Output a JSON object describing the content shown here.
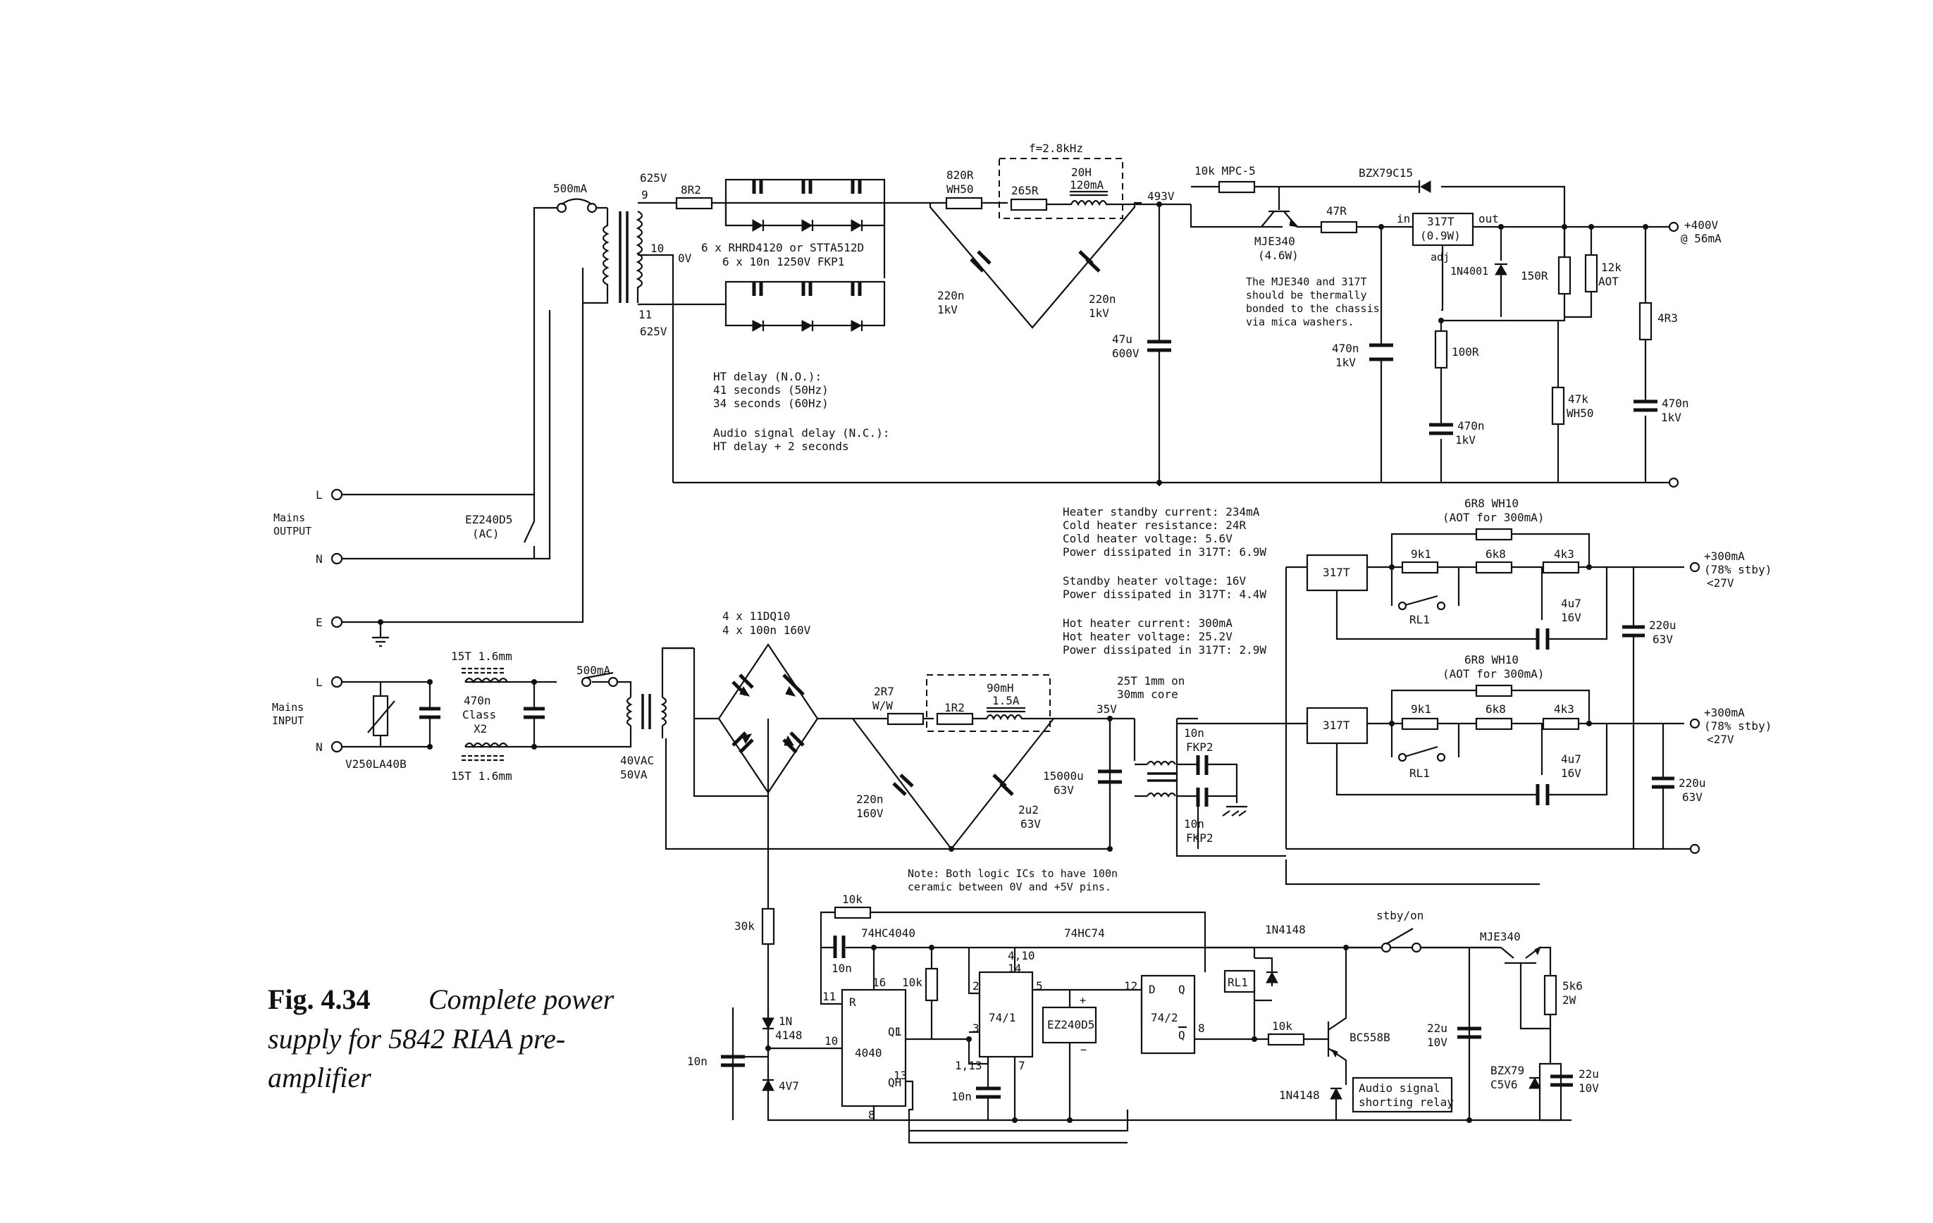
{
  "caption": {
    "figure": "Fig. 4.34",
    "title_line1": "Complete power",
    "title_line2": "supply for 5842 RIAA pre-",
    "title_line3": "amplifier"
  },
  "mains": {
    "output_title": [
      "Mains",
      "OUTPUT"
    ],
    "input_title": [
      "Mains",
      "INPUT"
    ],
    "L": "L",
    "N": "N",
    "E": "E",
    "L2": "L",
    "N2": "N",
    "relay_output": [
      "EZ240D5",
      "(AC)"
    ],
    "fuse_ht": "500mA",
    "fuse_lt": "500mA",
    "varistor": "V250LA40B",
    "choke_top": "15T 1.6mm",
    "choke_bottom": "15T 1.6mm",
    "x2_cap": [
      "470n",
      "Class",
      "X2"
    ],
    "lt_transformer": [
      "40VAC",
      "50VA"
    ]
  },
  "ht_supply": {
    "tap_9": "9",
    "tap_10": "10",
    "tap_11": "11",
    "v_top": "625V",
    "v_mid": "0V",
    "v_bottom": "625V",
    "r_series": "8R2",
    "rectifier_note": [
      "6 x RHRD4120 or STTA512D",
      "6 x 10n 1250V FKP1"
    ],
    "r_820": [
      "820R",
      "WH50"
    ],
    "c_220n_left": [
      "220n",
      "1kV"
    ],
    "c_220n_right": [
      "220n",
      "1kV"
    ],
    "filter_label": "f=2.8kHz",
    "r_265": "265R",
    "choke": [
      "20H",
      "120mA"
    ],
    "node_493": "493V",
    "c_47u": [
      "47u",
      "600V"
    ],
    "ht_delay": [
      "HT delay (N.O.):",
      "41  seconds (50Hz)",
      "34  seconds (60Hz)"
    ],
    "audio_delay": [
      "Audio signal delay (N.C.):",
      "HT delay + 2 seconds"
    ],
    "r_10k": "10k MPC-5",
    "zener": "BZX79C15",
    "transistor": [
      "MJE340",
      "(4.6W)"
    ],
    "r_47": "47R",
    "regulator": [
      "317T",
      "(0.9W)"
    ],
    "reg_in": "in",
    "reg_out": "out",
    "reg_adj": "adj",
    "thermal_note": [
      "The MJE340 and 317T",
      "should be thermally",
      "bonded to the chassis",
      "via mica washers."
    ],
    "c_470n_a": [
      "470n",
      "1kV"
    ],
    "diode_1n4001": "1N4001",
    "r_150": "150R",
    "r_12k": [
      "12k",
      "AOT"
    ],
    "r_100": "100R",
    "c_470n_b": [
      "470n",
      "1kV"
    ],
    "r_47k": [
      "47k",
      "WH50"
    ],
    "r_4r3": "4R3",
    "c_470n_c": [
      "470n",
      "1kV"
    ],
    "out_label": [
      "+400V",
      "@ 56mA"
    ]
  },
  "heater_notes": [
    "Heater standby current: 234mA",
    "Cold heater resistance: 24R",
    "Cold heater voltage: 5.6V",
    "Power dissipated in 317T: 6.9W",
    "",
    "Standby heater voltage: 16V",
    "Power dissipated in 317T: 4.4W",
    "",
    "Hot heater current: 300mA",
    "Hot heater voltage: 25.2V",
    "Power dissipated in 317T: 2.9W"
  ],
  "heater_regs": [
    {
      "r_top": [
        "6R8 WH10",
        "(AOT for 300mA)"
      ],
      "reg": "317T",
      "r1": "9k1",
      "r2": "6k8",
      "r3": "4k3",
      "relay": "RL1",
      "cap": [
        "4u7",
        "16V"
      ],
      "c_out": [
        "220u",
        "63V"
      ],
      "out": [
        "+300mA",
        "(78% stby)",
        "<27V"
      ]
    },
    {
      "r_top": [
        "6R8 WH10",
        "(AOT for 300mA)"
      ],
      "reg": "317T",
      "r1": "9k1",
      "r2": "6k8",
      "r3": "4k3",
      "relay": "RL1",
      "cap": [
        "4u7",
        "16V"
      ],
      "c_out": [
        "220u",
        "63V"
      ],
      "out": [
        "+300mA",
        "(78% stby)",
        "<27V"
      ]
    }
  ],
  "lt_supply": {
    "bridge": [
      "4 x 11DQ10",
      "4 x 100n 160V"
    ],
    "r_2r7": [
      "2R7",
      "W/W"
    ],
    "r_1r2": "1R2",
    "choke": [
      "90mH",
      "1.5A"
    ],
    "c_220n": [
      "220n",
      "160V"
    ],
    "c_2u2": [
      "2u2",
      "63V"
    ],
    "node_35": "35V",
    "c_15000": [
      "15000u",
      "63V"
    ],
    "cmc_core": [
      "25T 1mm on",
      "30mm core"
    ],
    "c_10n_top": [
      "10n",
      "FKP2"
    ],
    "c_10n_bottom": [
      "10n",
      "FKP2"
    ]
  },
  "logic": {
    "note": [
      "Note: Both logic ICs to have 100n",
      "ceramic between 0V and +5V pins."
    ],
    "r_10k_top": "10k",
    "ic_4040_name": "74HC4040",
    "ic_74_name": "74HC74",
    "c_10n_a": "10n",
    "r_30k": "30k",
    "c_10n_left": "10n",
    "d_1n4148_a": [
      "1N",
      "4148"
    ],
    "zener_4v7": "4V7",
    "ic_4040": "4040",
    "pin_11": "11",
    "pin_16": "16",
    "pin_10": "10",
    "pin_R": "R",
    "pin_QL": "QL",
    "pin_QH": "QH",
    "pin_1": "1",
    "pin_13": "13",
    "pin_8": "8",
    "r_10k_mid": "10k",
    "c_10n_b": "10n",
    "ff1": "74/1",
    "ff1_pins": {
      "p2": "2",
      "p3": "3",
      "p410": "4,10",
      "p14": "14",
      "p5": "5",
      "p113": "1,13",
      "p7": "7"
    },
    "relay_ez": "EZ240D5",
    "ff2": "74/2",
    "ff2_pins": {
      "p12": "12",
      "p8": "8"
    },
    "pin_D": "D",
    "pin_Q": "Q",
    "pin_Qb": "Q",
    "rl1": "RL1",
    "d_1n4148_b": "1N4148",
    "r_10k_base": "10k",
    "d_1n4148_c": "1N4148",
    "transistor": "BC558B",
    "relay_box": [
      "Audio signal",
      "shorting relay"
    ],
    "switch": "stby/on",
    "mje": "MJE340",
    "c_22u": [
      "22u",
      "10V"
    ],
    "r_5k6": [
      "5k6",
      "2W"
    ],
    "zener_c5v6": [
      "BZX79",
      "C5V6"
    ],
    "c_22u_b": [
      "22u",
      "10V"
    ]
  }
}
